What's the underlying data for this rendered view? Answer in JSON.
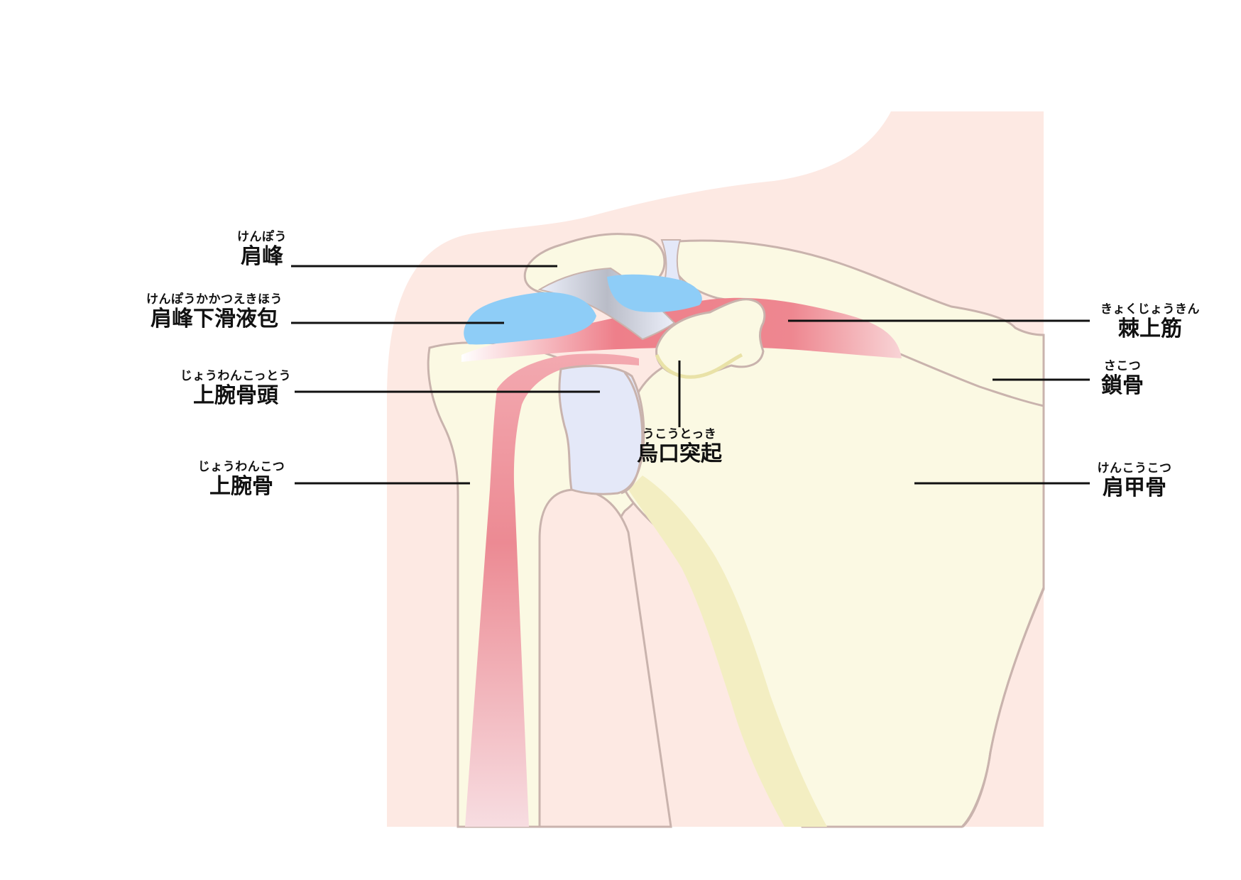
{
  "labels": {
    "acromion": {
      "ruby": "けんぽう",
      "name": "肩峰"
    },
    "bursa": {
      "ruby": "けんぽうかかつえきほう",
      "name": "肩峰下滑液包"
    },
    "humeral_head": {
      "ruby": "じょうわんこっとう",
      "name": "上腕骨頭"
    },
    "humerus": {
      "ruby": "じょうわんこつ",
      "name": "上腕骨"
    },
    "coracoid": {
      "ruby": "うこうとっき",
      "name": "烏口突起"
    },
    "supraspinatus": {
      "ruby": "きょくじょうきん",
      "name": "棘上筋"
    },
    "clavicle": {
      "ruby": "さこつ",
      "name": "鎖骨"
    },
    "scapula": {
      "ruby": "けんこうこつ",
      "name": "肩甲骨"
    }
  },
  "colors": {
    "skin": "#fde9e3",
    "bone": "#fbf9e3",
    "bone_outline": "#c9b3ad",
    "muscle": "#ec8a93",
    "bursa": "#8ecdf7",
    "cartilage": "#e4e8f8",
    "leader_line": "#111111"
  }
}
